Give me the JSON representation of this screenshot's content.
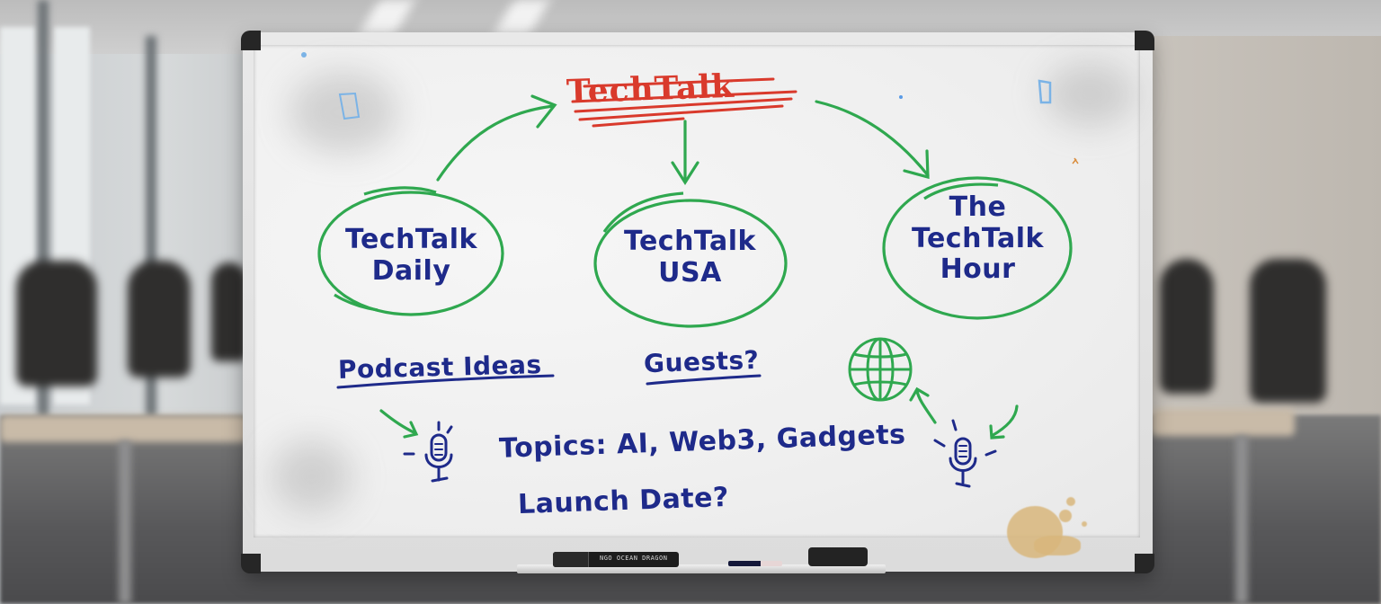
{
  "scene": {
    "description": "Whiteboard in a blurred conference room",
    "colors": {
      "green_marker": "#2fa84f",
      "blue_marker": "#1e2a8a",
      "red_marker": "#d93a2c",
      "board_frame": "#e3e3e3",
      "frame_corners": "#262626"
    }
  },
  "whiteboard": {
    "crossed_out_title": "TechTalk",
    "options": [
      {
        "line1": "TechTalk",
        "line2": "Daily",
        "line3": ""
      },
      {
        "line1": "TechTalk",
        "line2": "USA",
        "line3": ""
      },
      {
        "line1": "The",
        "line2": "TechTalk",
        "line3": "Hour"
      }
    ],
    "notes": {
      "podcast_ideas": "Podcast Ideas",
      "guests": "Guests?",
      "topics": "Topics: AI, Web3, Gadgets",
      "launch_date": "Launch Date?"
    },
    "icons": [
      "microphone-icon",
      "globe-icon",
      "microphone-icon"
    ],
    "tray": {
      "marker_label": "NGO OCEAN DRAGON"
    }
  }
}
